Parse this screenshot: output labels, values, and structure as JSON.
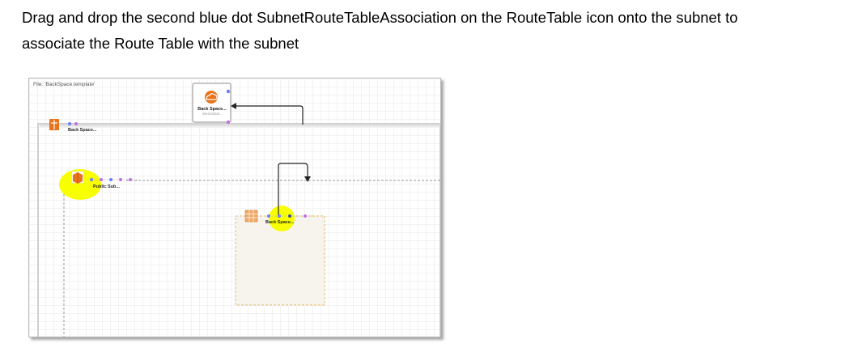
{
  "instruction": {
    "line1": "Drag and drop the second blue dot SubnetRouteTableAssociation on the RouteTable icon onto the subnet to",
    "line2": "associate the Route Table with the subnet"
  },
  "designer": {
    "file_label": "File: 'BackSpace.template'",
    "nodes": {
      "internet_gateway": {
        "label": "Back Space...",
        "sublabel": "InternetGat..."
      },
      "vpc": {
        "label": "Back Space..."
      },
      "public_subnet": {
        "label": "Public Sub..."
      },
      "route_table": {
        "label": "Back Space..."
      }
    }
  },
  "colors": {
    "highlight": "#f8ff00",
    "blue_dot": "#6f7bff",
    "purple_dot": "#c16fe0",
    "aws_orange": "#e8731b",
    "connector": "#222222"
  }
}
